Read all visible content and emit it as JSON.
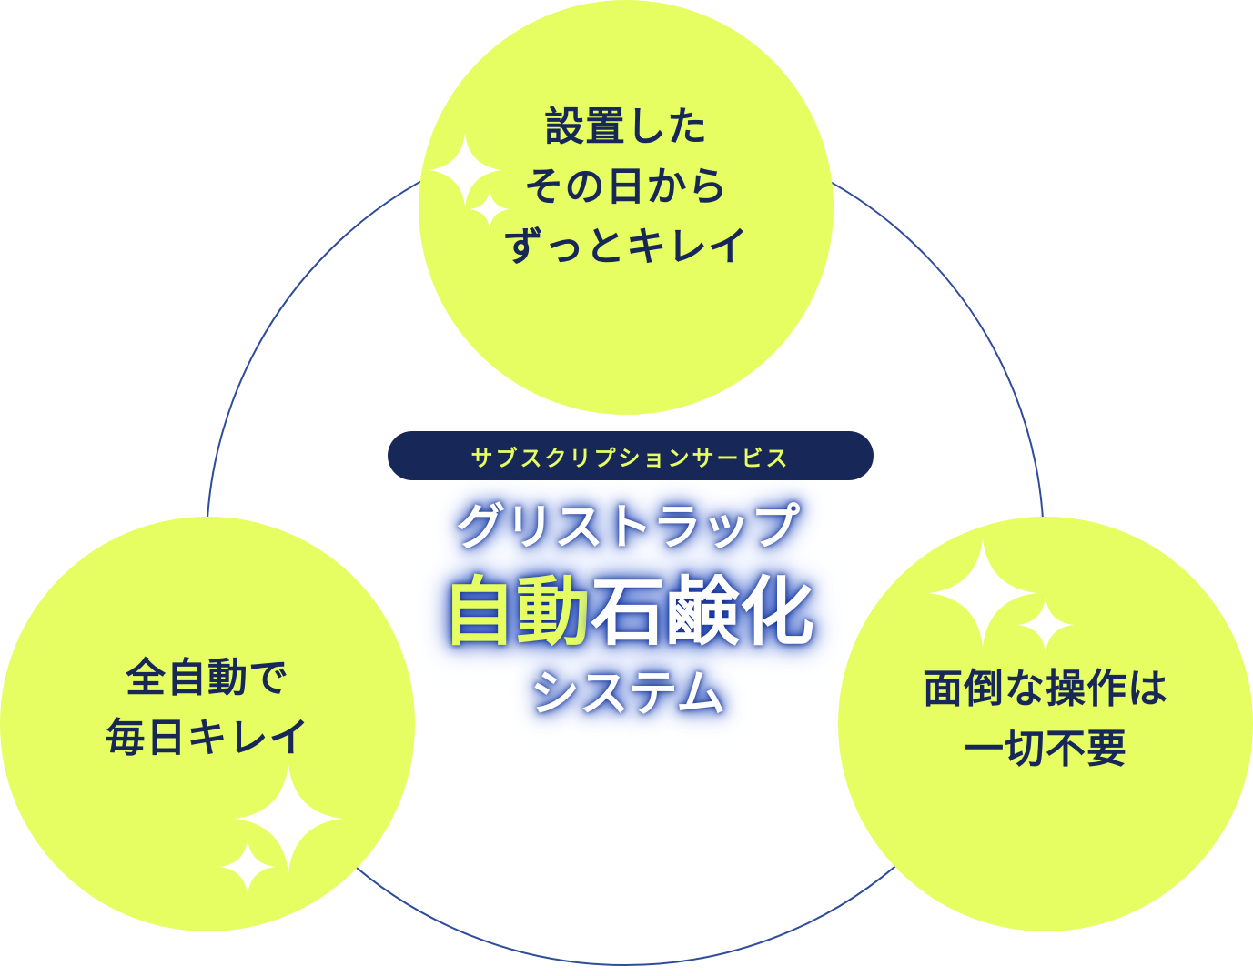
{
  "badge": {
    "label": "サブスクリプションサービス"
  },
  "title": {
    "line1": "グリストラップ",
    "line2_accent": "自動",
    "line2_main": "石鹸化",
    "line3": "システム"
  },
  "bubbles": {
    "top": {
      "lines": [
        "設置した",
        "その日から",
        "ずっとキレイ"
      ]
    },
    "left": {
      "lines": [
        "全自動で",
        "毎日キレイ"
      ]
    },
    "right": {
      "lines": [
        "面倒な操作は",
        "一切不要"
      ]
    }
  },
  "colors": {
    "bubble": "#e6fe62",
    "navy": "#172758",
    "ring": "#2e4c9a",
    "accent": "#e6fe62",
    "sparkle": "#ffffff"
  },
  "icons": {
    "sparkle": "four-point-star"
  }
}
